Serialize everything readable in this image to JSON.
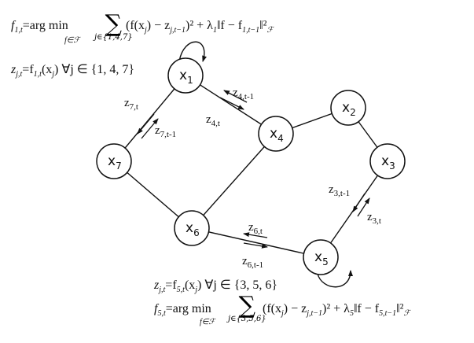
{
  "nodes": [
    {
      "id": "x1",
      "label": "x",
      "sub": "1"
    },
    {
      "id": "x2",
      "label": "x",
      "sub": "2"
    },
    {
      "id": "x3",
      "label": "x",
      "sub": "3"
    },
    {
      "id": "x4",
      "label": "x",
      "sub": "4"
    },
    {
      "id": "x5",
      "label": "x",
      "sub": "5"
    },
    {
      "id": "x6",
      "label": "x",
      "sub": "6"
    },
    {
      "id": "x7",
      "label": "x",
      "sub": "7"
    }
  ],
  "edges": [
    [
      "x1",
      "x4"
    ],
    [
      "x1",
      "x7"
    ],
    [
      "x4",
      "x2"
    ],
    [
      "x2",
      "x3"
    ],
    [
      "x3",
      "x5"
    ],
    [
      "x4",
      "x6"
    ],
    [
      "x7",
      "x6"
    ],
    [
      "x6",
      "x5"
    ]
  ],
  "edge_labels": {
    "z7t": {
      "main": "z",
      "sub": "7,t"
    },
    "z7t1": {
      "main": "z",
      "sub": "7,t-1"
    },
    "z4t1": {
      "main": "z",
      "sub": "4,t-1"
    },
    "z4t": {
      "main": "z",
      "sub": "4,t"
    },
    "z3t1": {
      "main": "z",
      "sub": "3,t-1"
    },
    "z3t": {
      "main": "z",
      "sub": "3,t"
    },
    "z6t": {
      "main": "z",
      "sub": "6,t"
    },
    "z6t1": {
      "main": "z",
      "sub": "6,t-1"
    }
  },
  "equations": {
    "top_f_lhs": "f",
    "top_f_lhs_sub": "1,t",
    "top_argmin": "=arg min",
    "top_argmin_under": "f∈ℱ",
    "top_sum_under": "j∈{1,4,7}",
    "top_f_rhs": "(f(x",
    "top_f_rhs_2": ") − z",
    "top_f_rhs_sub": "j,t−1",
    "top_f_rhs_3": ")² + λ",
    "top_lambda_sub": "1",
    "top_f_rhs_4": "‖f − f",
    "top_norm_sub": "1,t−1",
    "top_norm_close": "‖²",
    "top_norm_script": "ℱ",
    "top_z_line": "z",
    "top_z_sub": "j,t",
    "top_z_eq": "=f",
    "top_z_f_sub": "1,t",
    "top_z_rest": "(x",
    "top_z_rest2": ") ∀j ∈ {1, 4, 7}",
    "bot_z_line": "z",
    "bot_z_sub": "j,t",
    "bot_z_eq": "=f",
    "bot_z_f_sub": "5,t",
    "bot_z_rest": "(x",
    "bot_z_rest2": ") ∀j ∈ {3, 5, 6}",
    "bot_f_lhs": "f",
    "bot_f_lhs_sub": "5,t",
    "bot_argmin": "=arg min",
    "bot_argmin_under": "f∈ℱ",
    "bot_sum_under": "j∈{3,5,6}",
    "bot_f_rhs": "(f(x",
    "bot_f_rhs_2": ") − z",
    "bot_f_rhs_sub": "j,t−1",
    "bot_f_rhs_3": ")² + λ",
    "bot_lambda_sub": "5",
    "bot_f_rhs_4": "‖f − f",
    "bot_norm_sub": "5,t−1",
    "bot_norm_close": "‖²",
    "bot_norm_script": "ℱ",
    "j_letter": "j"
  },
  "colors": {
    "stroke": "#111111",
    "node_fill": "#ffffff",
    "text": "#111111"
  }
}
